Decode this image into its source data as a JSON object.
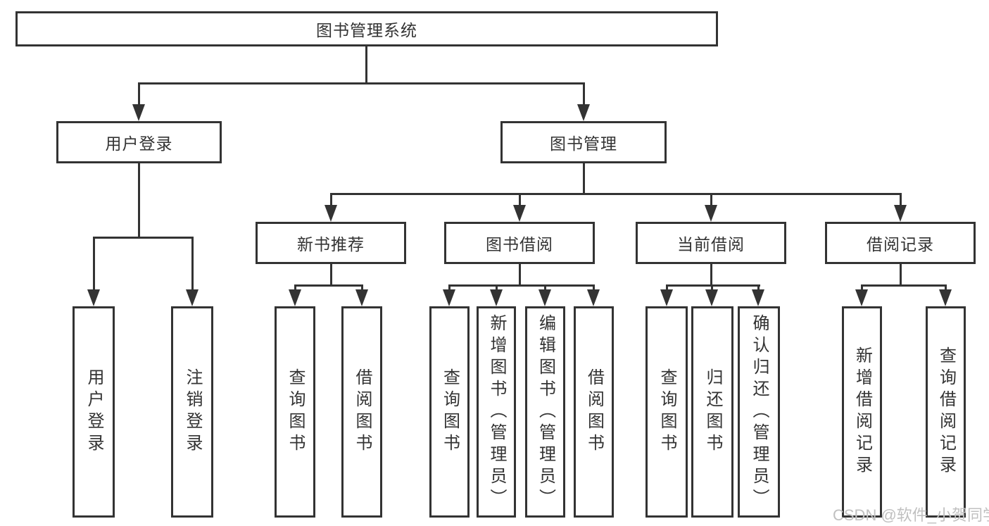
{
  "tree": {
    "root": "图书管理系统",
    "user_login": {
      "label": "用户登录",
      "children": [
        "用户登录",
        "注销登录"
      ]
    },
    "book_mgmt": {
      "label": "图书管理"
    },
    "new_book_rec": {
      "label": "新书推荐",
      "children": [
        "查询图书",
        "借阅图书"
      ]
    },
    "book_borrow": {
      "label": "图书借阅",
      "children": [
        "查询图书",
        "新增图书（管理员）",
        "编辑图书（管理员）",
        "借阅图书"
      ]
    },
    "current_borrow": {
      "label": "当前借阅",
      "children": [
        "查询图书",
        "归还图书",
        "确认归还（管理员）"
      ]
    },
    "borrow_records": {
      "label": "借阅记录",
      "children": [
        "新增借阅记录",
        "查询借阅记录"
      ]
    }
  },
  "watermark": "CSDN @软件_小贺同学",
  "colors": {
    "line": "#333333",
    "text": "#333333",
    "watermark": "#c0c0c0",
    "background": "#ffffff"
  }
}
